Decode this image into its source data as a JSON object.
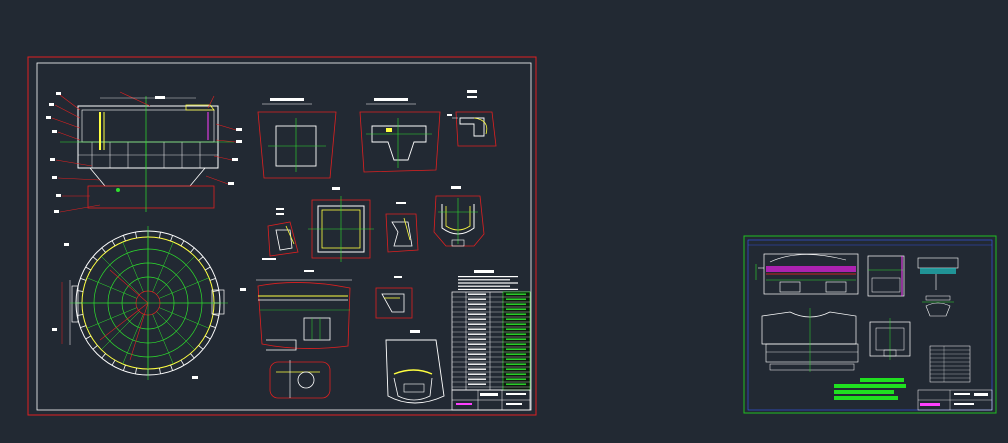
{
  "colors": {
    "background": "#222933",
    "sheet_frame": "#e02020",
    "inner_frame": "#ffffff",
    "construction": "#ff2020",
    "outline": "#ffffff",
    "centerline": "#2ee02e",
    "highlight": "#ffff40",
    "accent": "#ff40ff",
    "right_sheet_frame": "#20c020"
  },
  "sheet1": {
    "detail_labels": [
      "A",
      "B",
      "C"
    ]
  },
  "sheet2": {
    "notes_lines": 6
  }
}
